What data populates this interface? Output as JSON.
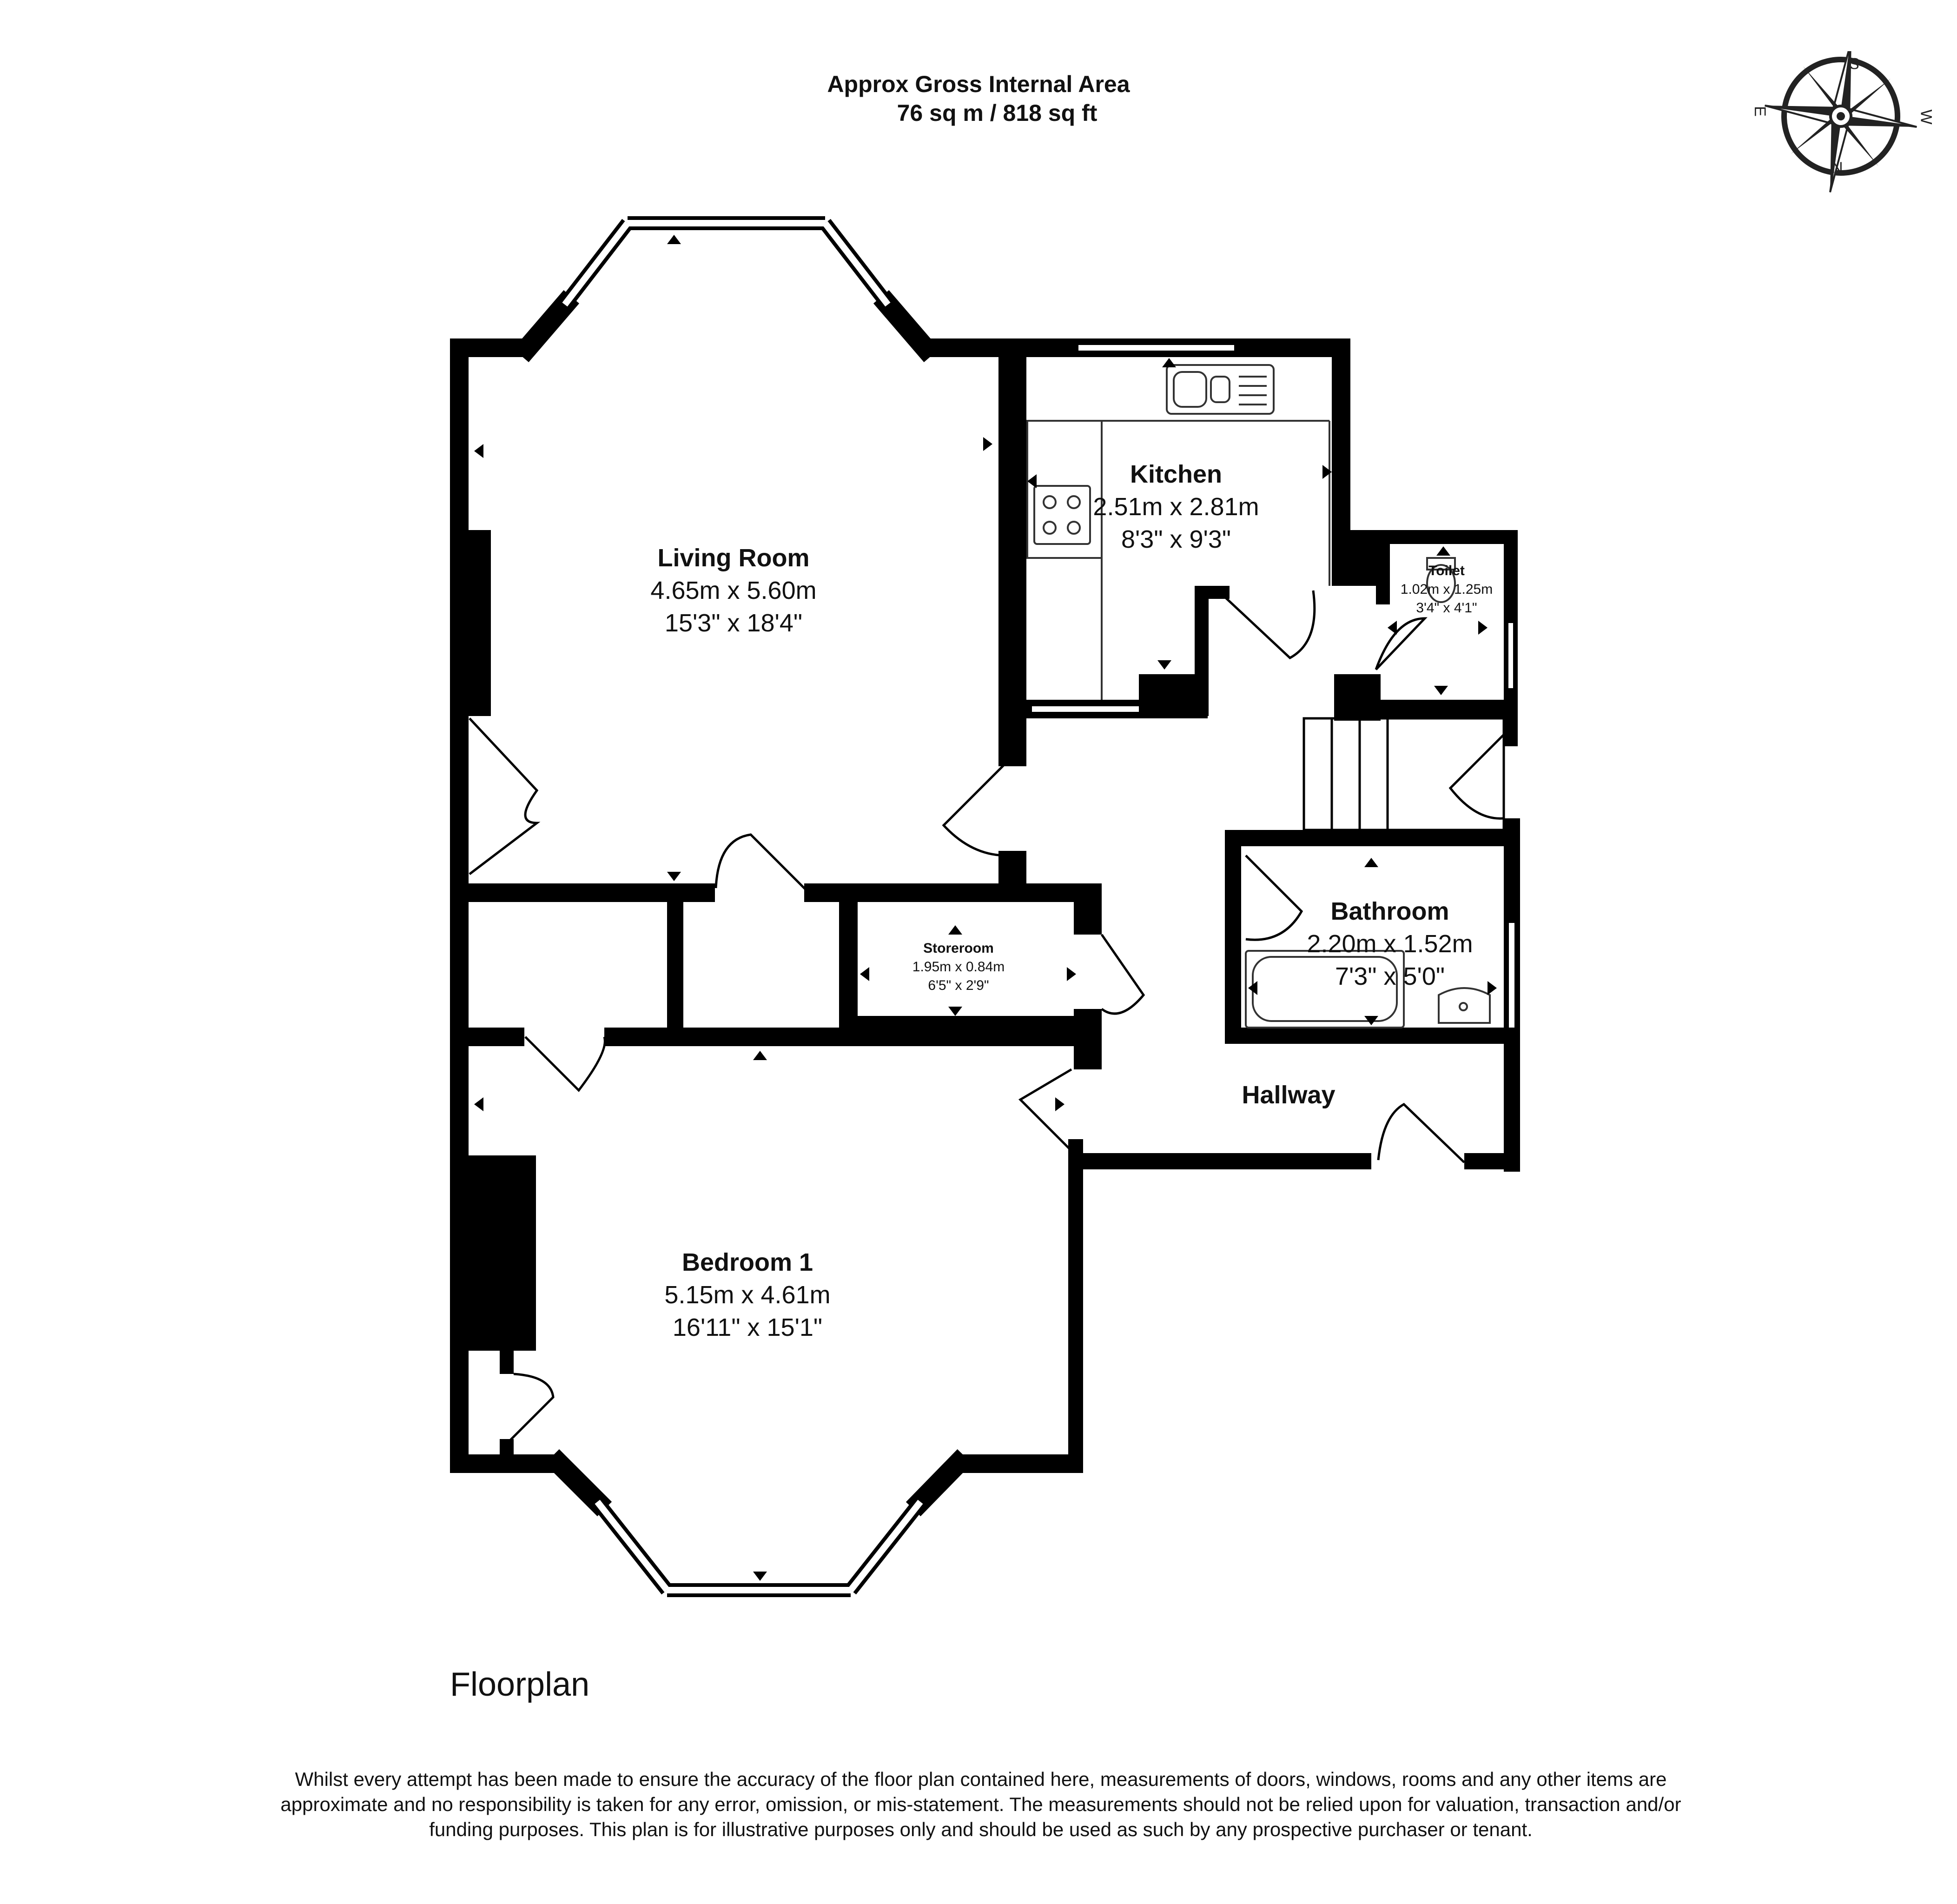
{
  "header": {
    "line1": "Approx Gross Internal Area",
    "line2": "76 sq m / 818 sq ft"
  },
  "compass": {
    "s": "S",
    "w": "W",
    "n": "N",
    "e": "E"
  },
  "rooms": {
    "living_room": {
      "name": "Living Room",
      "metric": "4.65m x 5.60m",
      "imperial": "15'3\" x 18'4\""
    },
    "kitchen": {
      "name": "Kitchen",
      "metric": "2.51m x 2.81m",
      "imperial": "8'3\" x 9'3\""
    },
    "toilet": {
      "name": "Toilet",
      "metric": "1.02m x 1.25m",
      "imperial": "3'4\" x 4'1\""
    },
    "storeroom": {
      "name": "Storeroom",
      "metric": "1.95m x 0.84m",
      "imperial": "6'5\" x 2'9\""
    },
    "bathroom": {
      "name": "Bathroom",
      "metric": "2.20m x 1.52m",
      "imperial": "7'3\" x 5'0\""
    },
    "hallway": {
      "name": "Hallway"
    },
    "bedroom_1": {
      "name": "Bedroom 1",
      "metric": "5.15m x 4.61m",
      "imperial": "16'11\" x 15'1\""
    }
  },
  "plan_title": "Floorplan",
  "disclaimer": "Whilst every attempt has been made to ensure the accuracy of the floor plan contained here, measurements of doors, windows, rooms and any other items are approximate and no responsibility is taken for any error, omission, or mis-statement. The measurements should not be relied upon for valuation, transaction and/or funding purposes. This plan is for illustrative purposes only and should be used as such by any prospective purchaser or tenant.",
  "colors": {
    "wall": "#000000",
    "window": "#ffffff",
    "fixture": "#333333"
  }
}
